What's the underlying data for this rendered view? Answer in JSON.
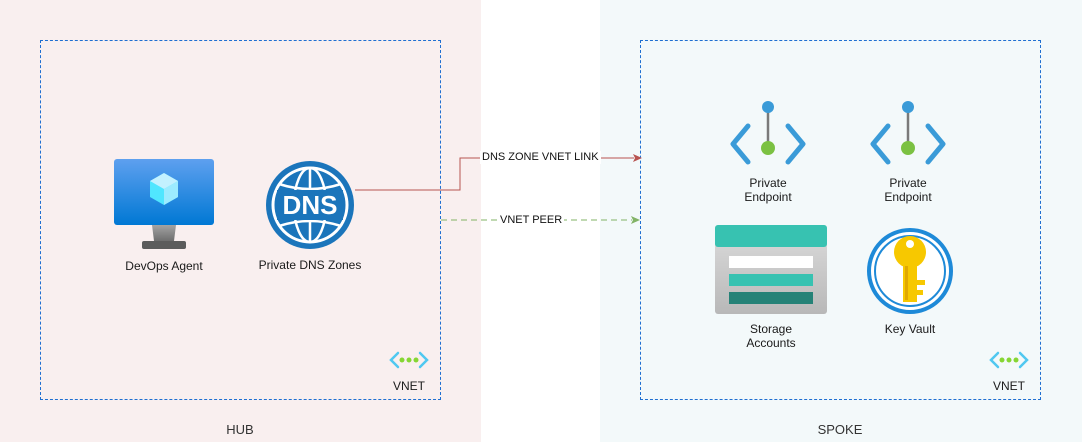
{
  "hub": {
    "title": "HUB",
    "vnet_label": "VNET",
    "nodes": {
      "devops_agent": "DevOps Agent",
      "private_dns": "Private DNS Zones",
      "dns_text": "DNS"
    }
  },
  "spoke": {
    "title": "SPOKE",
    "vnet_label": "VNET",
    "nodes": {
      "endpoint_1": "Private\nEndpoint",
      "endpoint_2": "Private\nEndpoint",
      "storage": "Storage\nAccounts",
      "key_vault": "Key Vault"
    }
  },
  "edges": {
    "dns_link": "DNS ZONE VNET LINK",
    "vnet_peer": "VNET PEER"
  },
  "colors": {
    "hub_bg": "#f9efef",
    "spoke_bg": "#f3f9fa",
    "vnet_border": "#1f6fd1",
    "dns_link_line": "#b85450",
    "peer_line": "#82b366"
  }
}
